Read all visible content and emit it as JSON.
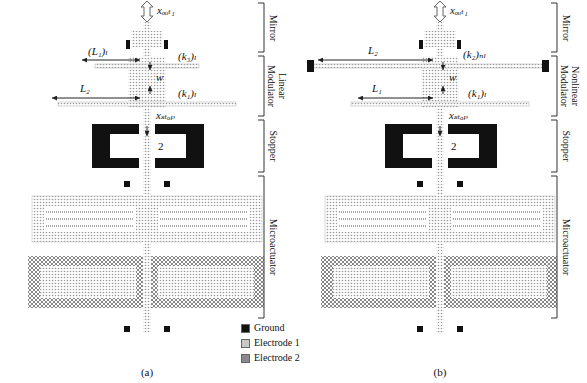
{
  "diagram": {
    "labels": [
      "xₒᵤₜ₁",
      "(L₁)ₗ",
      "(k₃)ₗ",
      "w",
      "L₂",
      "(k₁)ₗ",
      "xₛₜₒₚ",
      "2",
      "Mirror",
      "Linear Modulator",
      "Stopper",
      "Microactuator",
      "(a)",
      "xₒᵤₜ₁",
      "L₂",
      "(k₂)ₙₗ",
      "w",
      "L₁",
      "(k₁)ₗ",
      "xₛₜₒₚ",
      "2",
      "Mirror",
      "Nonlinear Modulator",
      "Stopper",
      "Microactuator",
      "(b)"
    ],
    "legend": [
      {
        "text": "Ground",
        "color": "#111111"
      },
      {
        "text": "Electrode 1",
        "color": "#c8c8c8"
      },
      {
        "text": "Electrode 2",
        "color": "#8a8a8a"
      }
    ]
  }
}
